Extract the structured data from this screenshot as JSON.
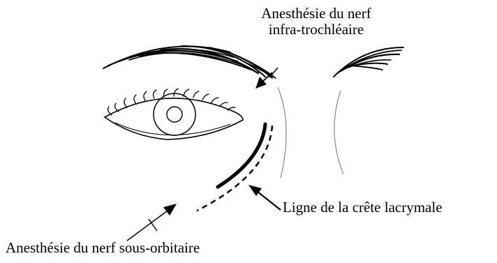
{
  "labels": {
    "infra_trochlear_line1": "Anesthésie du nerf",
    "infra_trochlear_line2": "infra-trochléaire",
    "lacrimal_crest": "Ligne de la crête lacrymale",
    "infraorbital": "Anesthésie du nerf sous-orbitaire"
  },
  "colors": {
    "ink": "#000000",
    "outline": "#888888",
    "background": "#ffffff"
  }
}
